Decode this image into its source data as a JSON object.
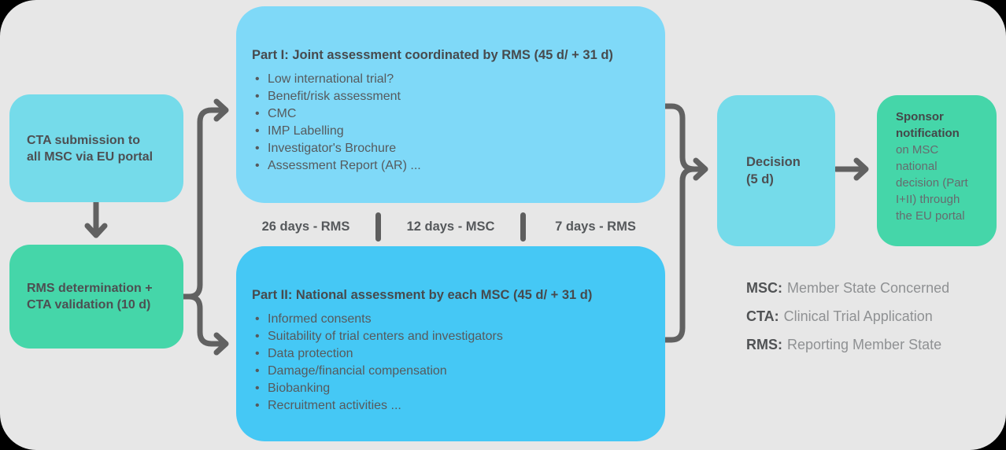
{
  "canvas": {
    "background": "#E7E7E7",
    "colors": {
      "cyan_box": "#75DBEA",
      "green_box": "#45D6A9",
      "part1_box": "#7FD9F8",
      "part2_box": "#45C8F5",
      "connector": "#616161",
      "title_text": "#474A4D",
      "body_text": "#565A5D"
    }
  },
  "flow": {
    "cta_submission": {
      "text": "CTA submission to\nall MSC via EU portal"
    },
    "rms_determination": {
      "text": "RMS determination +\nCTA validation (10 d)"
    },
    "part1": {
      "title": "Part I: Joint assessment coordinated by RMS (45 d/ + 31 d)",
      "bullets": [
        "Low international trial?",
        "Benefit/risk assessment",
        "CMC",
        "IMP Labelling",
        "Investigator's Brochure",
        "Assessment Report (AR) ..."
      ]
    },
    "timeline": {
      "segments": [
        "26 days - RMS",
        "12 days - MSC",
        "7 days - RMS"
      ]
    },
    "part2": {
      "title": "Part II: National assessment by each MSC (45 d/ + 31 d)",
      "bullets": [
        "Informed consents",
        "Suitability of trial centers and investigators",
        "Data protection",
        "Damage/financial compensation",
        "Biobanking",
        "Recruitment activities ..."
      ]
    },
    "decision": {
      "text": "Decision\n(5 d)"
    },
    "sponsor": {
      "emphasis": "Sponsor notification",
      "text": " on MSC national decision (Part I+II) through the EU portal"
    }
  },
  "legend": {
    "items": [
      {
        "term": "MSC:",
        "definition": "Member State Concerned"
      },
      {
        "term": "CTA:",
        "definition": "Clinical Trial Application"
      },
      {
        "term": "RMS:",
        "definition": "Reporting Member State"
      }
    ]
  }
}
